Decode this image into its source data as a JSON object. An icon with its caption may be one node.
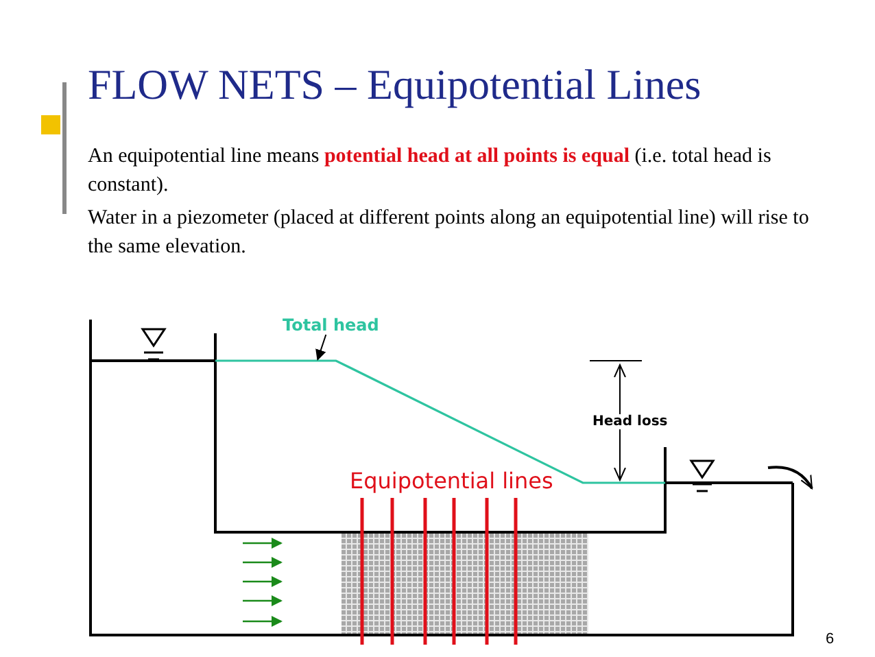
{
  "diagram": {
    "title": "FLOW NETS – Equipotential Lines",
    "nodes": [
      {
        "text": [
          "Total head"
        ]
      },
      {
        "text": [],
        "shape": "line"
      }
    ],
    "edges": [
      {
        "from": 0,
        "to": 1,
        "arrow": "to"
      }
    ],
    "labels": [
      "An equipotential line means **potential head at all points is equal** (i.e. total head is constant).",
      "Water in a piezometer (placed at different points along an equipotential line) will rise to the same elevation.",
      "Head loss",
      "Equipotential lines",
      "6"
    ]
  }
}
